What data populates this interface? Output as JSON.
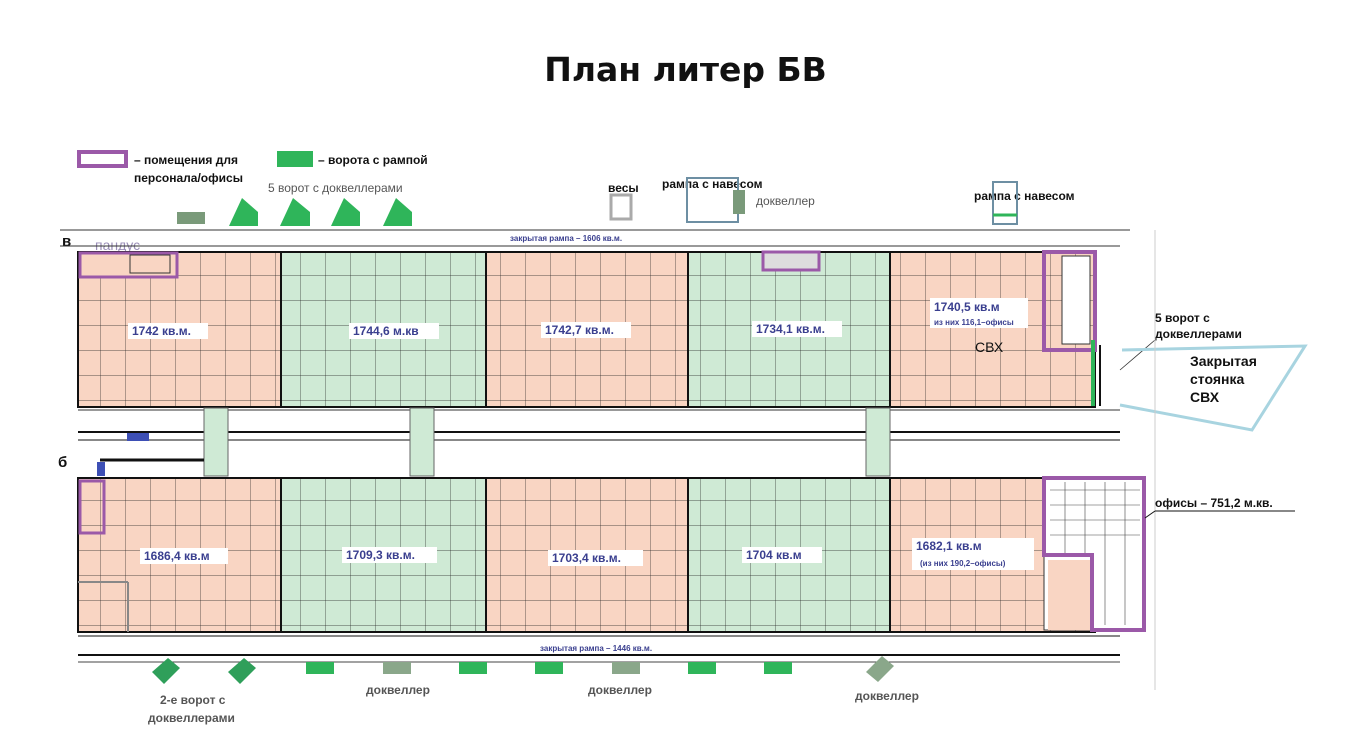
{
  "title": "План литер БВ",
  "colors": {
    "office_outline": "#9b59a8",
    "gate_green": "#2fb55a",
    "block_salmon": "#f9d5c3",
    "block_green": "#cfead5",
    "dock_gray": "#8a8a8a",
    "line": "#333333"
  },
  "legend": {
    "offices_label_line1": "– помещения для",
    "offices_label_line2": "персонала/офисы",
    "gates_label": "– ворота с рампой"
  },
  "top": {
    "five_gates": "5 ворот с доквеллерами",
    "scales": "весы",
    "ramp_canopy_1": "рампа с навесом",
    "dock_leveller": "доквеллер",
    "ramp_canopy_2": "рампа с навесом",
    "ramp_slope": "пандус",
    "closed_ramp": "закрытая рампа – 1606 кв.м."
  },
  "row_labels": {
    "v": "в",
    "b": "б"
  },
  "blocks_v": [
    {
      "area": "1742 кв.м."
    },
    {
      "area": "1744,6 м.кв"
    },
    {
      "area": "1742,7 кв.м."
    },
    {
      "area": "1734,1 кв.м."
    },
    {
      "area": "1740,5 кв.м",
      "sub": "из них 116,1–офисы",
      "extra": "СВХ"
    }
  ],
  "blocks_b": [
    {
      "area": "1686,4 кв.м"
    },
    {
      "area": "1709,3 кв.м."
    },
    {
      "area": "1703,4 кв.м."
    },
    {
      "area": "1704 кв.м"
    },
    {
      "area": "1682,1 кв.м",
      "sub": "(из них 190,2–офисы)"
    }
  ],
  "right": {
    "five_gates_line1": "5 ворот с",
    "five_gates_line2": "доквеллерами",
    "parking_line1": "Закрытая",
    "parking_line2": "стоянка",
    "parking_line3": "СВХ",
    "offices_total": "офисы – 751,2 м.кв."
  },
  "bottom": {
    "closed_ramp": "закрытая рампа – 1446 кв.м.",
    "two_gates_line1": "2-е ворот с",
    "two_gates_line2": "доквеллерами",
    "dock_1": "доквеллер",
    "dock_2": "доквеллер",
    "dock_3": "доквеллер"
  }
}
